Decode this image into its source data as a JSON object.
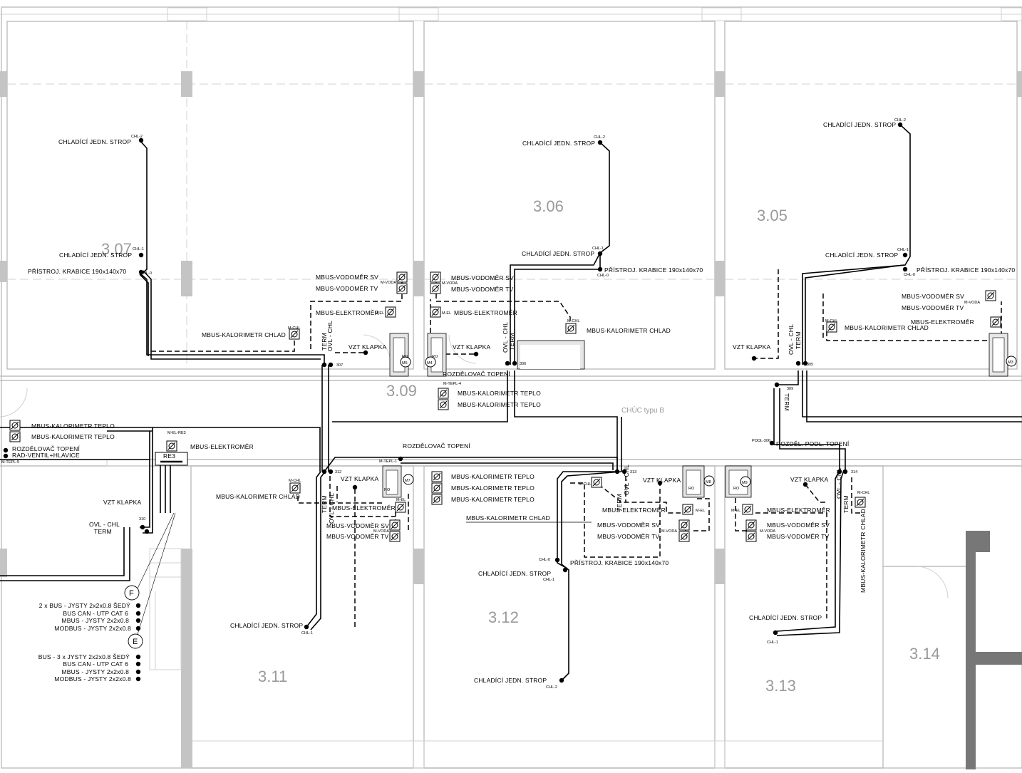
{
  "rooms": {
    "r307": "3.07",
    "r306": "3.06",
    "r305": "3.05",
    "r309": "3.09",
    "r311": "3.11",
    "r312": "3.12",
    "r313": "3.13",
    "r314": "3.14",
    "corridor": "CHÚC typu B"
  },
  "labels": {
    "cool_ceiling": "CHLADÍCÍ JEDN. STROP",
    "junction_box": "PŘÍSTROJ. KRABICE 190x140x70",
    "water_cold": "MBUS-VODOMĚR SV",
    "water_hot": "MBUS-VODOMĚR TV",
    "electricity": "MBUS-ELEKTROMĚR",
    "cal_cool": "MBUS-KALORIMETR CHLAD",
    "cal_heat": "MBUS-KALORIMETR TEPLO",
    "vzt": "VZT KLAPKA",
    "ovl_chl": "OVL - CHL",
    "term": "TERM",
    "heat_distrib": "ROZDĚLOVAČ TOPENÍ",
    "floor_distrib": "ROZDĚL. PODL. TOPENÍ",
    "rad_valve": "RAD-VENTIL+HLAVICE",
    "re3": "RE3",
    "ro": "RO"
  },
  "small": {
    "chl0": "CHL-0",
    "chl1": "CHL-1",
    "chl2": "CHL-2",
    "mvoda": "M-VODA",
    "mel": "M-EL",
    "mchl": "M-CHL",
    "mtepl1": "M-TEPL-1",
    "mtepl4": "M-TEPL-4",
    "mtepl5": "M-TEPL-5",
    "melre3": "M-EL-RE3",
    "podl306": "PODL-306"
  },
  "nodes": {
    "n307": "307",
    "n306": "306",
    "n305": "305",
    "n309": "309",
    "n310": "310",
    "n312": "312",
    "n313": "313",
    "n314": "314"
  },
  "meters": {
    "m3": "M3",
    "m4": "M4",
    "m5": "M5",
    "m7": "M7",
    "m8": "M8",
    "m9": "M9"
  },
  "legend_f": {
    "marker": "F",
    "lines": [
      "2 x BUS - JYSTY 2x2x0.8 ŠEDÝ",
      "BUS CAN - UTP CAT 6",
      "MBUS - JYSTY 2x2x0.8",
      "MODBUS - JYSTY 2x2x0.8"
    ]
  },
  "legend_e": {
    "marker": "E",
    "lines": [
      "BUS - 3 x JYSTY 2x2x0.8 ŠEDÝ",
      "BUS CAN - UTP CAT 6",
      "MBUS - JYSTY 2x2x0.8",
      "MODBUS - JYSTY 2x2x0.8"
    ]
  }
}
